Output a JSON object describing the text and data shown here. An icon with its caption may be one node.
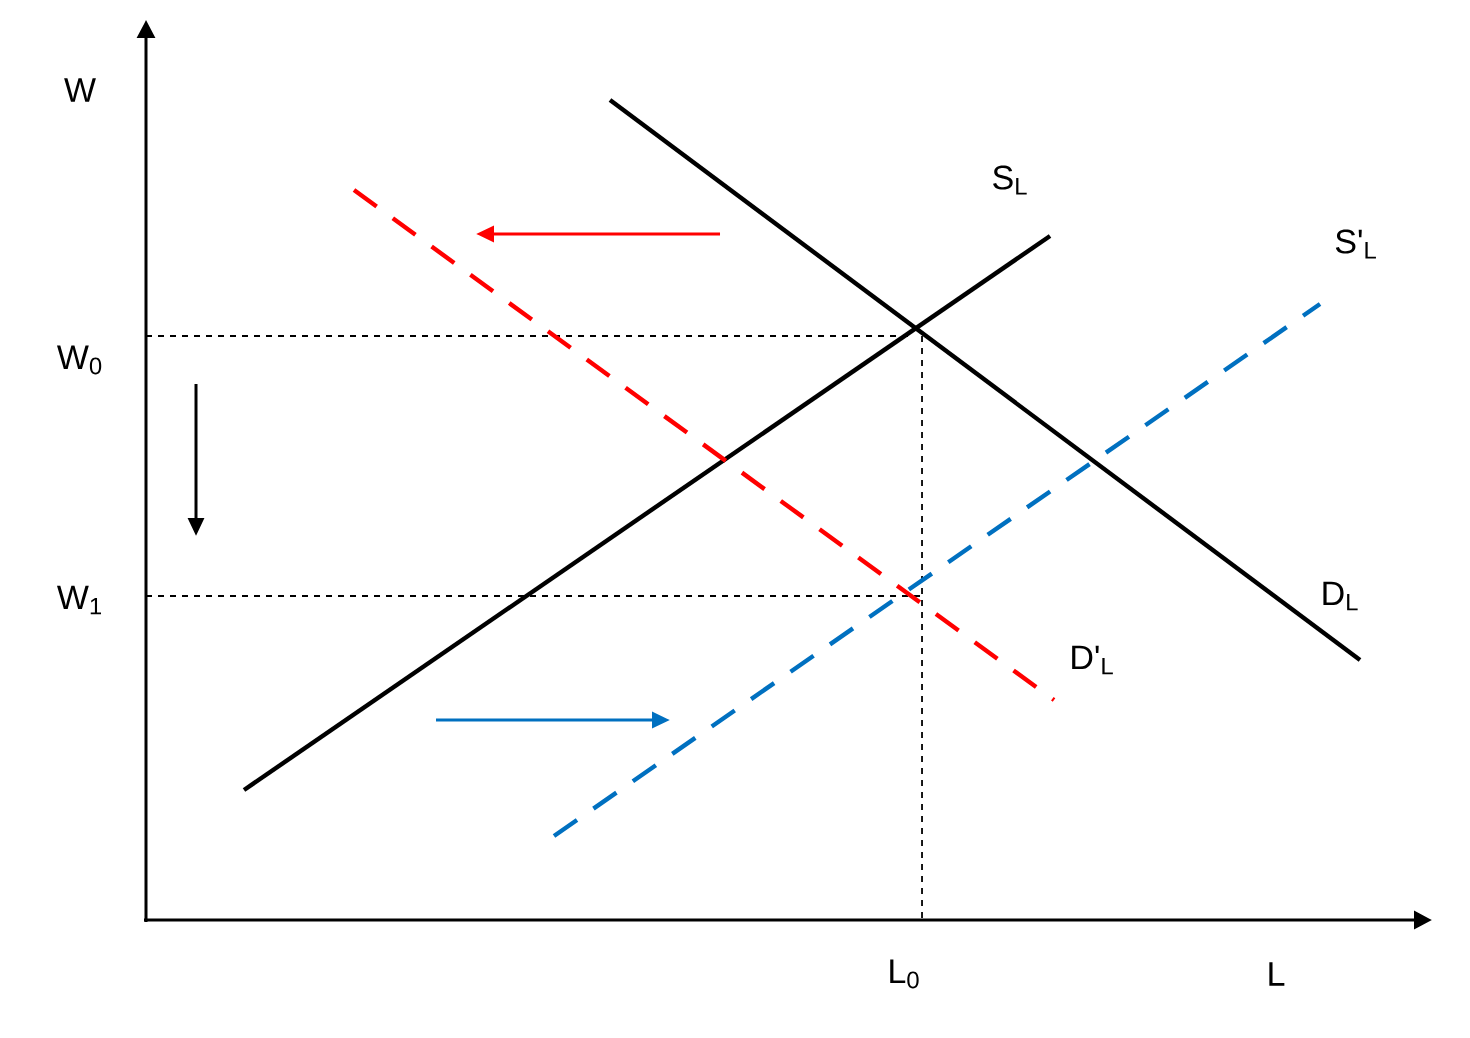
{
  "diagram": {
    "labels": [
      "W",
      "W$_{0}$",
      "W$_{1}$",
      "S$_{L}$",
      "S'$_{L}$",
      "D$_{L}$",
      "D'$_{L}$",
      "L$_{0}$",
      "L"
    ]
  }
}
